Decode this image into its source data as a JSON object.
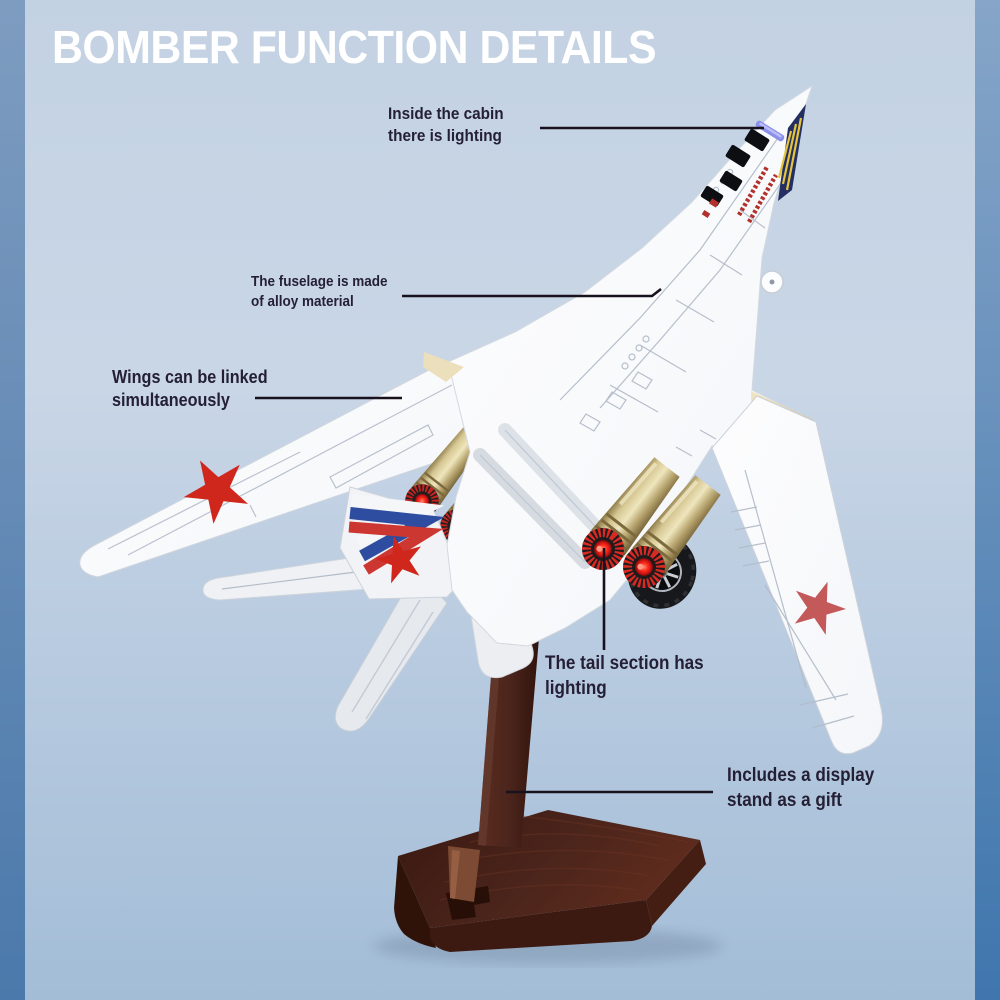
{
  "title": "BOMBER FUNCTION DETAILS",
  "callouts": {
    "cabin": {
      "line1": "Inside the cabin",
      "line2": "there is lighting"
    },
    "fuselage": {
      "line1": "The fuselage is made",
      "line2": "of alloy material"
    },
    "wings": {
      "line1": "Wings can be linked",
      "line2": "simultaneously"
    },
    "tail": {
      "line1": "The tail section has",
      "line2": "lighting"
    },
    "stand": {
      "line1": "Includes a display",
      "line2": "stand as a gift"
    }
  },
  "colors": {
    "background_top": "#c3d2e3",
    "background_bottom": "#a3bdd7",
    "edge_strip_left_top": "#7e9cc0",
    "edge_strip_left_bottom": "#4b79ab",
    "edge_strip_right_top": "#86a5c8",
    "edge_strip_right_bottom": "#3f76ad",
    "title_text": "#ffffff",
    "callout_text": "#241f35",
    "leader_line": "#17121d",
    "aircraft_body": "#f4f6f9",
    "panel_line": "#b2bcc9",
    "star_red": "#d0271c",
    "star_red_faded": "#c4595a",
    "flag_blue": "#2f4da0",
    "flag_red": "#cd3732",
    "flag_white": "#f5f6f8",
    "engine_gold": "#b3a06a",
    "engine_glow": "#ff2a1d",
    "stand_brown": "#4a241b",
    "tire_black": "#17181b"
  }
}
